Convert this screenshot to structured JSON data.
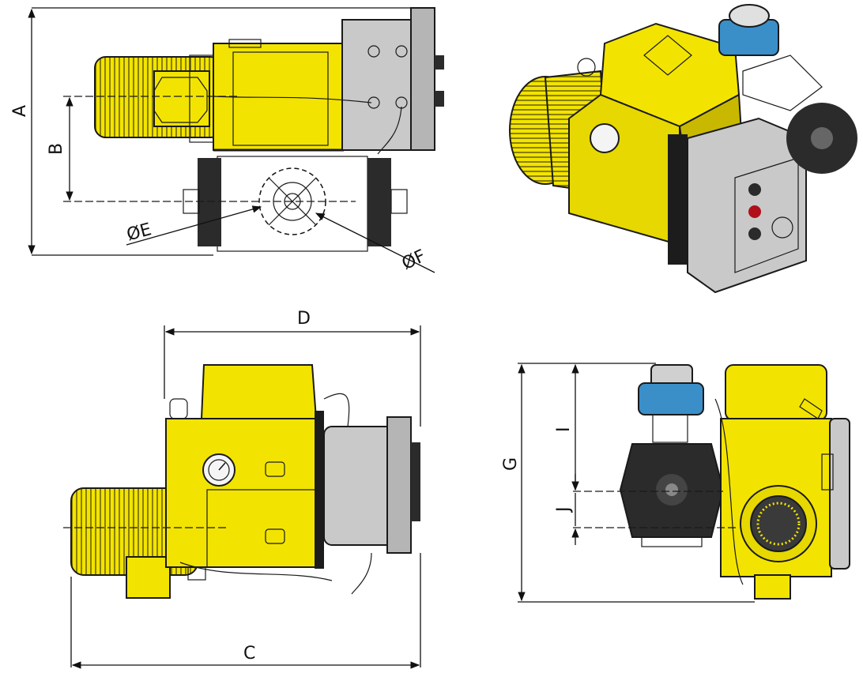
{
  "dimension_labels": {
    "a": "A",
    "b": "B",
    "c": "C",
    "d": "D",
    "e": "ØE",
    "f": "ØF",
    "g": "G",
    "i": "I",
    "j": "J"
  },
  "colors": {
    "housing_yellow": "#f2e400",
    "housing_shadow": "#c9b800",
    "motor_stripe": "#7a7000",
    "control_box_grey": "#c9c9c9",
    "grey_shadow": "#9a9a9a",
    "gear_black": "#2b2b2b",
    "valve_blue": "#3a8fc9",
    "indicator_red": "#d4161b",
    "line": "#111111"
  },
  "icons": {
    "pressure_gauge": "pressure-gauge-icon",
    "red_indicator": "red-indicator-icon",
    "black_gear": "gear-icon",
    "control_switch": "switch-knob-icon"
  }
}
